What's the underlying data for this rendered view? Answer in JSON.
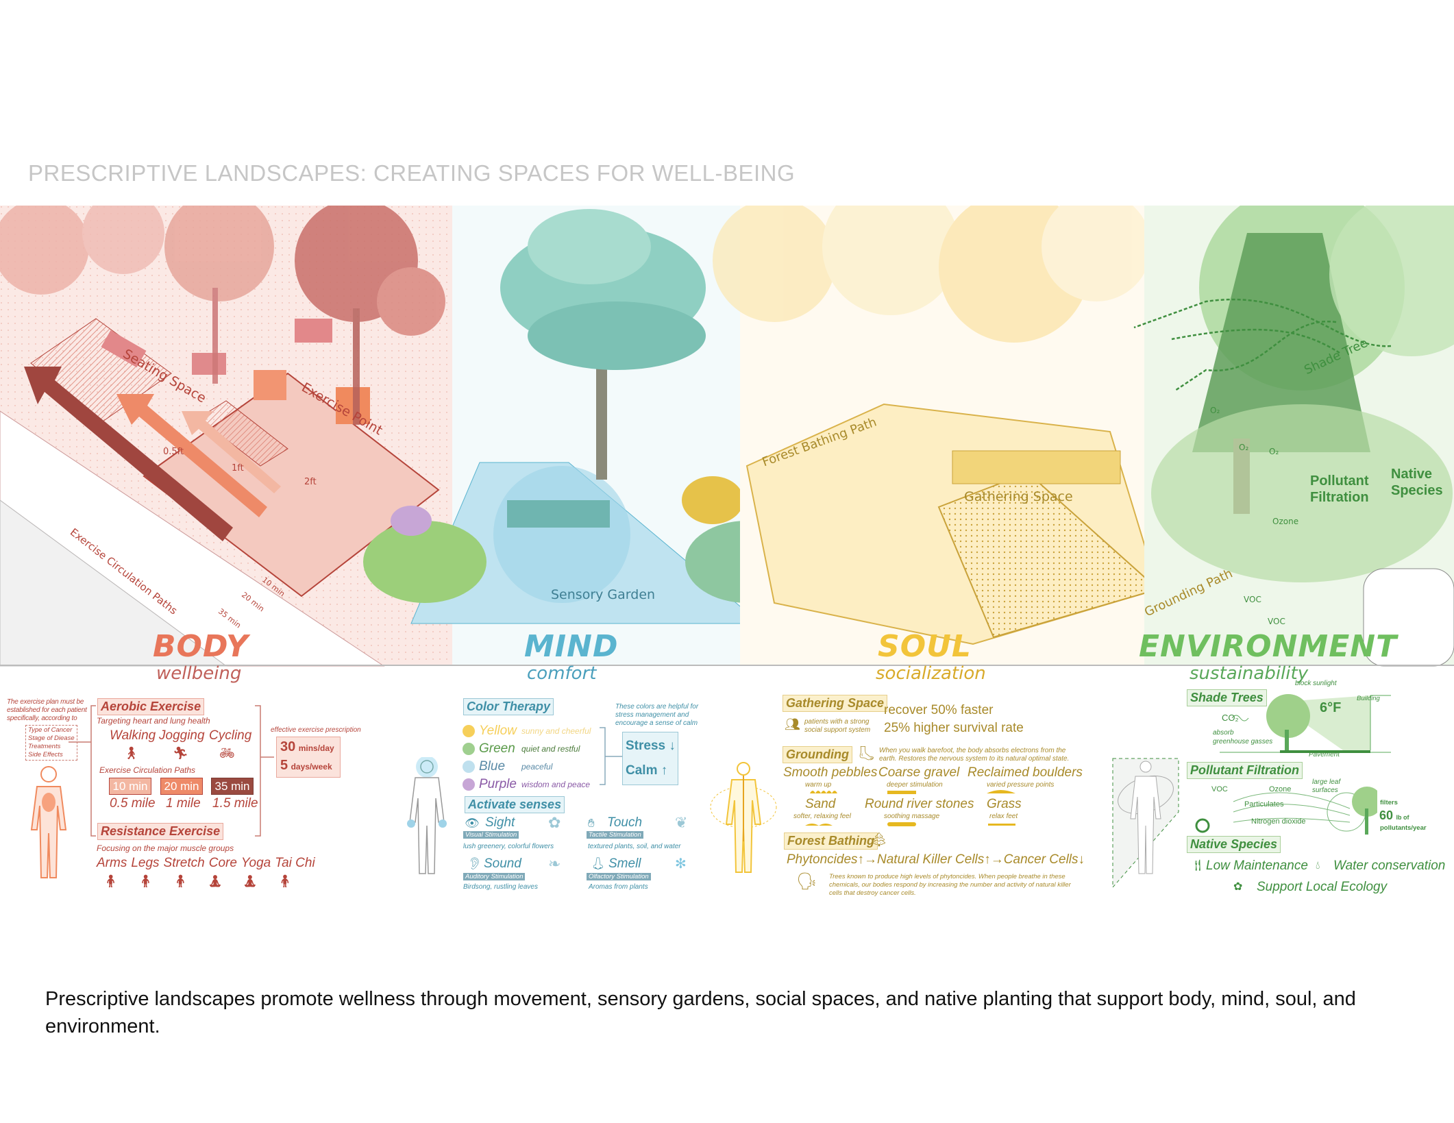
{
  "title": "PRESCRIPTIVE LANDSCAPES: CREATING SPACES FOR WELL-BEING",
  "scene": {
    "seating_space": "Seating Space",
    "exercise_point": "Exercise Point",
    "heights": [
      "0.5ft",
      "1ft",
      "2ft"
    ],
    "circulation_paths": "Exercise Circulation Paths",
    "path_times": [
      "10 min",
      "20 min",
      "35 min"
    ],
    "sensory_garden": "Sensory Garden",
    "forest_bathing_path": "Forest Bathing Path",
    "gathering_space": "Gathering Space",
    "grounding_path": "Grounding Path",
    "shade_tree": "Shade Tree",
    "pollutant_filtration": "Pollutant Filtration",
    "native_species": "Native Species",
    "o2": "O₂",
    "ozone": "Ozone",
    "voc": "VOC"
  },
  "sections": {
    "body": {
      "label": "BODY",
      "sublabel": "wellbeing",
      "color": "#e8765a",
      "note": [
        "The exercise plan must be",
        "established for each patient",
        "specifically, according to"
      ],
      "factors": [
        "Type of Cancer",
        "Stage of Diease",
        "Treatments",
        "Side Effects"
      ],
      "aerobic": {
        "title": "Aerobic Exercise",
        "subtitle": "Targeting heart and lung health",
        "activities": [
          "Walking",
          "Jogging",
          "Cycling"
        ]
      },
      "paths_title": "Exercise Circulation Paths",
      "paths": [
        {
          "time": "10 min",
          "distance": "0.5 mile"
        },
        {
          "time": "20 min",
          "distance": "1 mile"
        },
        {
          "time": "35 min",
          "distance": "1.5 mile"
        }
      ],
      "resistance": {
        "title": "Resistance Exercise",
        "subtitle": "Focusing on the major muscle groups",
        "activities": [
          "Arms",
          "Legs",
          "Stretch",
          "Core",
          "Yoga",
          "Tai Chi"
        ]
      },
      "prescription_label": "effective exercise prescription",
      "prescription": [
        {
          "num": "30",
          "unit": "mins/day"
        },
        {
          "num": "5",
          "unit": "days/week"
        }
      ]
    },
    "mind": {
      "label": "MIND",
      "sublabel": "comfort",
      "color": "#5ab4cf",
      "color_therapy": "Color Therapy",
      "colors": [
        {
          "name": "Yellow",
          "desc": "sunny and cheerful",
          "hex": "#f6cf5a"
        },
        {
          "name": "Green",
          "desc": "quiet and restful",
          "hex": "#9fcf8f"
        },
        {
          "name": "Blue",
          "desc": "peaceful",
          "hex": "#bfe0ee"
        },
        {
          "name": "Purple",
          "desc": "wisdom and peace",
          "hex": "#c7a6d6"
        }
      ],
      "note": [
        "These colors are helpful for",
        "stress management and",
        "encourage a sense of calm"
      ],
      "stress": "Stress ↓",
      "calm": "Calm ↑",
      "activate_senses": "Activate senses",
      "senses": [
        {
          "name": "Sight",
          "tag": "Visual Stimulation",
          "desc": "lush greenery, colorful flowers"
        },
        {
          "name": "Touch",
          "tag": "Tactile Stimulation",
          "desc": "textured plants, soil, and water"
        },
        {
          "name": "Sound",
          "tag": "Auditory Stimulation",
          "desc": "Birdsong, rustling leaves"
        },
        {
          "name": "Smell",
          "tag": "Olfactory Stimulation",
          "desc": "Aromas from plants"
        }
      ]
    },
    "soul": {
      "label": "SOUL",
      "sublabel": "socialization",
      "color": "#f2c43a",
      "gathering": {
        "title": "Gathering Space",
        "note": [
          "patients with a strong",
          "social support system"
        ],
        "stat1_pre": "recover ",
        "stat1_num": "50%",
        "stat1_post": " faster",
        "stat2_num": "25%",
        "stat2_post": " higher survival rate"
      },
      "grounding": {
        "title": "Grounding",
        "note": [
          "When you walk barefoot, the body absorbs electrons from the",
          "earth. Restores the nervous system to its natural optimal state."
        ],
        "surfaces": [
          {
            "name": "Smooth pebbles",
            "desc": "warm up"
          },
          {
            "name": "Coarse gravel",
            "desc": "deeper stimulation"
          },
          {
            "name": "Reclaimed boulders",
            "desc": "varied pressure points"
          },
          {
            "name": "Sand",
            "desc": "softer, relaxing feel"
          },
          {
            "name": "Round river stones",
            "desc": "soothing massage"
          },
          {
            "name": "Grass",
            "desc": "relax feet"
          }
        ]
      },
      "forest": {
        "title": "Forest Bathing",
        "chain": "Phytoncides↑→Natural Killer Cells↑→Cancer Cells↓",
        "note": [
          "Trees known to produce high levels of phytoncides. When people breathe in these",
          "chemicals, our bodies respond by increasing the number and activity of natural killer",
          "cells that destroy cancer cells."
        ]
      }
    },
    "environment": {
      "label": "ENVIRONMENT",
      "sublabel": "sustainability",
      "color": "#6fbf5f",
      "shade": {
        "title": "Shade Trees",
        "block": "block sunlight",
        "building": "Building",
        "temp": "6°F",
        "co2": "CO₂",
        "absorb": [
          "absorb",
          "greenhouse gasses"
        ],
        "pavement": "Pavement"
      },
      "pollutant": {
        "title": "Pollutant Filtration",
        "voc": "VOC",
        "ozone": "Ozone",
        "particulates": "Particulates",
        "no2": "Nitrogen dioxide",
        "leaf": [
          "large leaf",
          "surfaces"
        ],
        "filters": "filters",
        "amount": "60",
        "unit": "lb of",
        "per": "pollutants/year"
      },
      "native": {
        "title": "Native Species",
        "items": [
          "Low Maintenance",
          "Water conservation",
          "Support Local Ecology"
        ]
      }
    }
  },
  "caption": "Prescriptive landscapes promote wellness through movement, sensory gardens, social spaces, and native planting that support body, mind, soul, and environment."
}
